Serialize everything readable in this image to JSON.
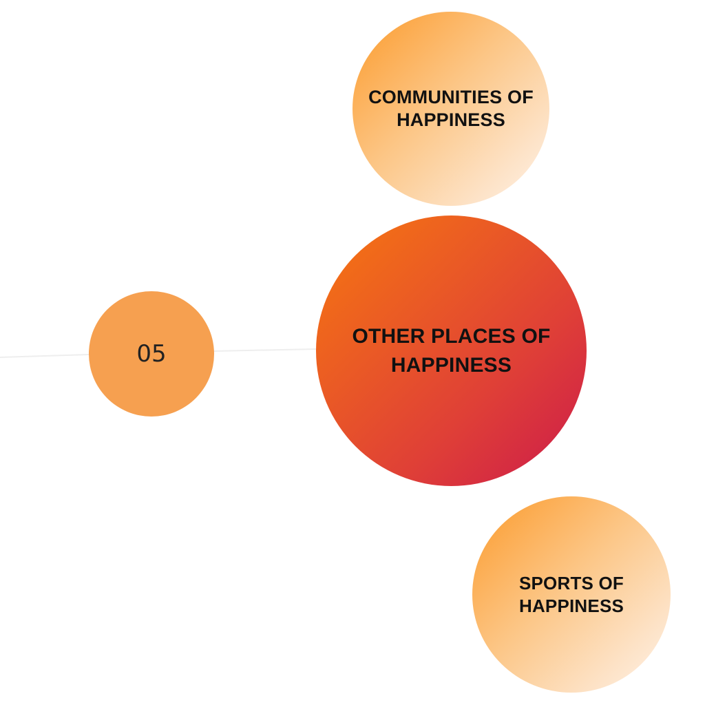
{
  "diagram": {
    "colors": {
      "number_circle": "#f6a050",
      "main_gradient_start": "#f7780f",
      "main_gradient_end": "#cc1a4b",
      "light_gradient_start": "#fb9a2b",
      "light_gradient_end": "#fff4ea",
      "text": "#111111",
      "connector": "#e6e6e6"
    },
    "number": "05",
    "nodes": {
      "top": {
        "label": "COMMUNITIES OF HAPPINESS"
      },
      "main": {
        "label": "OTHER PLACES OF HAPPINESS"
      },
      "bottom": {
        "label": "SPORTS OF HAPPINESS"
      }
    }
  }
}
